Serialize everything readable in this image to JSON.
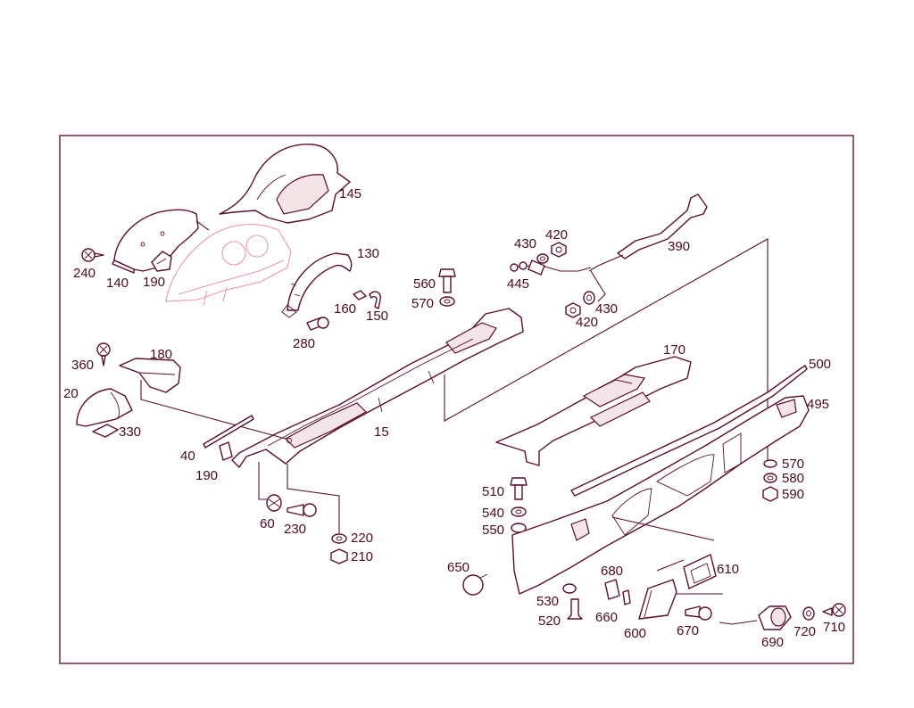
{
  "diagram": {
    "callouts": [
      {
        "id": "145",
        "text": "145"
      },
      {
        "id": "240",
        "text": "240"
      },
      {
        "id": "140",
        "text": "140"
      },
      {
        "id": "190a",
        "text": "190"
      },
      {
        "id": "130",
        "text": "130"
      },
      {
        "id": "160",
        "text": "160"
      },
      {
        "id": "150",
        "text": "150"
      },
      {
        "id": "280",
        "text": "280"
      },
      {
        "id": "430a",
        "text": "430"
      },
      {
        "id": "420a",
        "text": "420"
      },
      {
        "id": "390",
        "text": "390"
      },
      {
        "id": "445",
        "text": "445"
      },
      {
        "id": "560",
        "text": "560"
      },
      {
        "id": "570a",
        "text": "570"
      },
      {
        "id": "420b",
        "text": "420"
      },
      {
        "id": "430b",
        "text": "430"
      },
      {
        "id": "360",
        "text": "360"
      },
      {
        "id": "180",
        "text": "180"
      },
      {
        "id": "170",
        "text": "170"
      },
      {
        "id": "500",
        "text": "500"
      },
      {
        "id": "20",
        "text": "20"
      },
      {
        "id": "330",
        "text": "330"
      },
      {
        "id": "15",
        "text": "15"
      },
      {
        "id": "495",
        "text": "495"
      },
      {
        "id": "40",
        "text": "40"
      },
      {
        "id": "190b",
        "text": "190"
      },
      {
        "id": "570b",
        "text": "570"
      },
      {
        "id": "580",
        "text": "580"
      },
      {
        "id": "590",
        "text": "590"
      },
      {
        "id": "510",
        "text": "510"
      },
      {
        "id": "540",
        "text": "540"
      },
      {
        "id": "550",
        "text": "550"
      },
      {
        "id": "60",
        "text": "60"
      },
      {
        "id": "230",
        "text": "230"
      },
      {
        "id": "220",
        "text": "220"
      },
      {
        "id": "210",
        "text": "210"
      },
      {
        "id": "650",
        "text": "650"
      },
      {
        "id": "680",
        "text": "680"
      },
      {
        "id": "610",
        "text": "610"
      },
      {
        "id": "530",
        "text": "530"
      },
      {
        "id": "520",
        "text": "520"
      },
      {
        "id": "660",
        "text": "660"
      },
      {
        "id": "600",
        "text": "600"
      },
      {
        "id": "670",
        "text": "670"
      },
      {
        "id": "690",
        "text": "690"
      },
      {
        "id": "720",
        "text": "720"
      },
      {
        "id": "710",
        "text": "710"
      }
    ]
  }
}
